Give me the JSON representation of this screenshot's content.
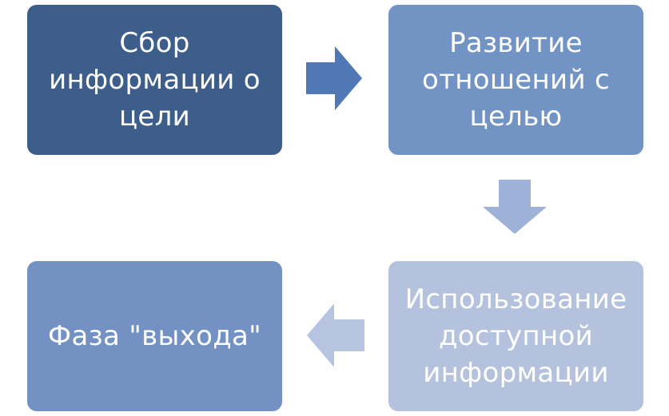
{
  "diagram": {
    "steps": [
      {
        "label": "Сбор\nинформации о\nцели",
        "color": "#3d5e8a"
      },
      {
        "label": "Развитие\nотношений с\nцелью",
        "color": "#7294c4"
      },
      {
        "label": "Использование\nдоступной\nинформации",
        "color": "#b4c2de"
      },
      {
        "label": "Фаза \"выхода\"",
        "color": "#7391c3"
      }
    ],
    "arrows": [
      {
        "direction": "right",
        "color": "#4f78b5"
      },
      {
        "direction": "down",
        "color": "#9eb1d7"
      },
      {
        "direction": "left",
        "color": "#b6c4e2"
      }
    ]
  }
}
